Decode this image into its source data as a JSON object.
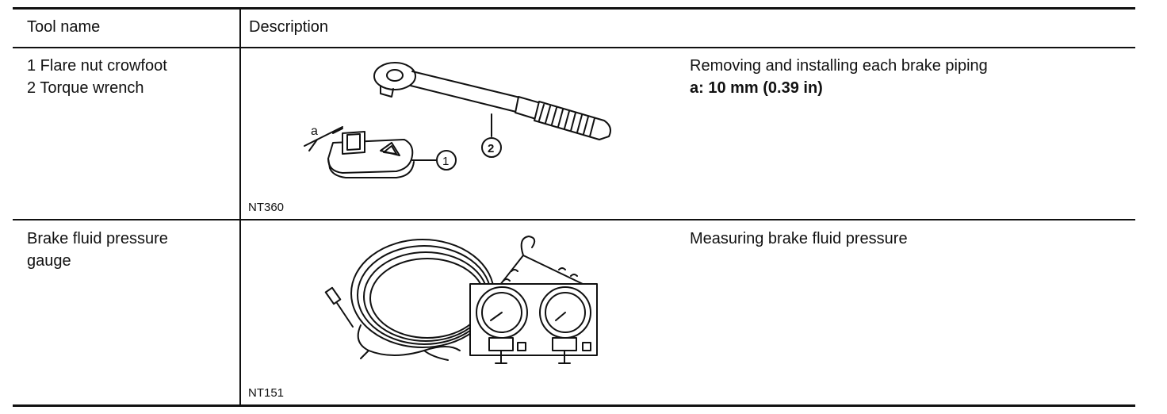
{
  "header": {
    "tool_name": "Tool name",
    "description": "Description"
  },
  "rows": [
    {
      "tool_name_lines": [
        "1 Flare nut crowfoot",
        "2 Torque wrench"
      ],
      "figure_code": "NT360",
      "figure_labels": {
        "dimension": "a",
        "callout_1": "1",
        "callout_2": "2"
      },
      "description_lines": [
        "Removing and installing each brake piping",
        "a: 10 mm (0.39 in)"
      ]
    },
    {
      "tool_name_lines": [
        "Brake fluid pressure",
        "gauge"
      ],
      "figure_code": "NT151",
      "description_lines": [
        "Measuring brake fluid pressure"
      ]
    }
  ]
}
